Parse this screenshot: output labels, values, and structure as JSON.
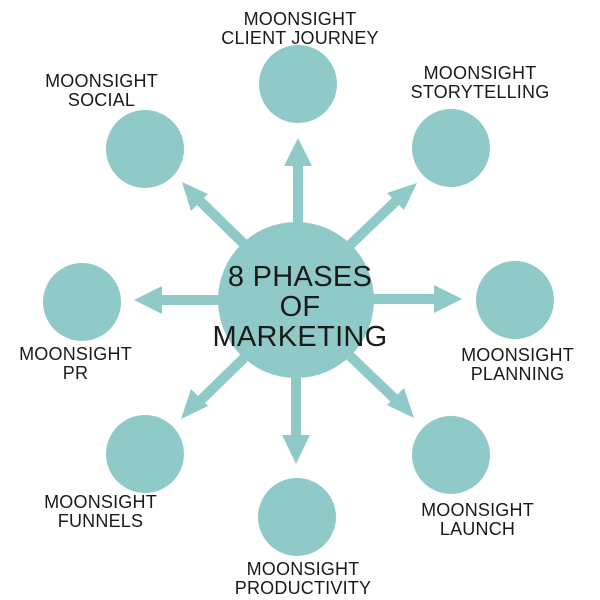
{
  "colors": {
    "circle": "#8fcac8",
    "text": "#1a1a1a",
    "background": "#ffffff"
  },
  "center": {
    "line1": "8 PHASES",
    "line2": "OF",
    "line3": "MARKETING"
  },
  "phases": [
    {
      "id": "client-journey",
      "line1": "MOONSIGHT",
      "line2": "CLIENT JOURNEY"
    },
    {
      "id": "storytelling",
      "line1": "MOONSIGHT",
      "line2": "STORYTELLING"
    },
    {
      "id": "planning",
      "line1": "MOONSIGHT",
      "line2": "PLANNING"
    },
    {
      "id": "launch",
      "line1": "MOONSIGHT",
      "line2": "LAUNCH"
    },
    {
      "id": "productivity",
      "line1": "MOONSIGHT",
      "line2": "PRODUCTIVITY"
    },
    {
      "id": "funnels",
      "line1": "MOONSIGHT",
      "line2": "FUNNELS"
    },
    {
      "id": "pr",
      "line1": "MOONSIGHT",
      "line2": "PR"
    },
    {
      "id": "social",
      "line1": "MOONSIGHT",
      "line2": "SOCIAL"
    }
  ]
}
